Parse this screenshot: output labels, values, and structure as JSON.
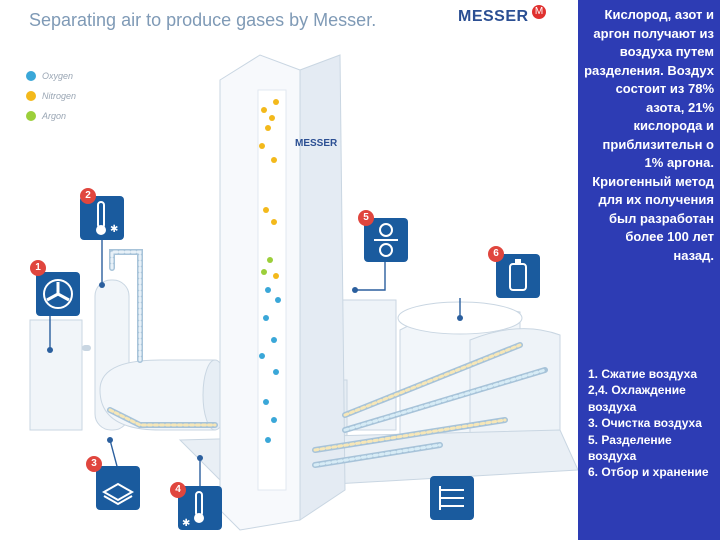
{
  "header": {
    "title": "Separating air to produce gases by Messer.",
    "brand": "MESSER"
  },
  "legend": [
    {
      "label": "Oxygen",
      "color": "#3aa7d8"
    },
    {
      "label": "Nitrogen",
      "color": "#f3b91b"
    },
    {
      "label": "Argon",
      "color": "#9ccf3a"
    }
  ],
  "tower": {
    "label": "MESSER"
  },
  "markers": [
    "1",
    "2",
    "3",
    "4",
    "5",
    "6"
  ],
  "sidebar": {
    "text": "Кислород, азот и аргон получают из воздуха путем разделения. Воздух состоит из 78% азота, 21% кислорода и приблизительн о 1% аргона. Криогенный метод для их получения был разработан более 100 лет назад.",
    "steps": [
      "1. Сжатие воздуха",
      "2,4. Охлаждение воздуха",
      "3.  Очистка воздуха",
      "5. Разделение воздуха",
      "6.  Отбор и хранение"
    ]
  }
}
